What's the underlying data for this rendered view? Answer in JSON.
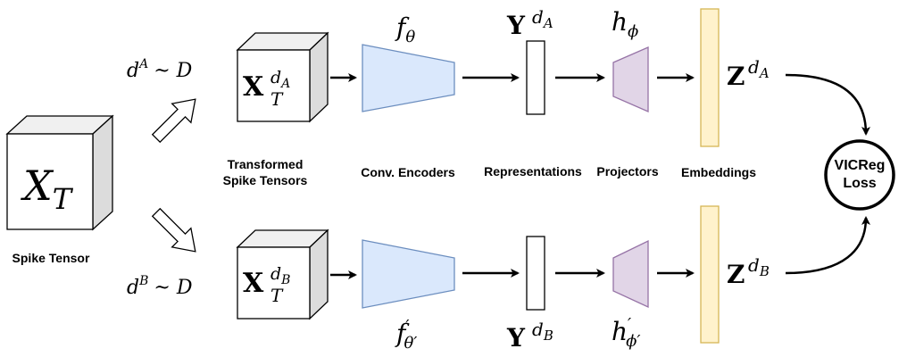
{
  "input": {
    "symbol": "X",
    "subscript": "T",
    "label": "Spike Tensor"
  },
  "branch_a": {
    "dist_base": "d",
    "dist_sup": "A",
    "dist_rest": "~ D",
    "tensor_base": "X",
    "tensor_sub": "T",
    "tensor_sup": "d",
    "tensor_sup_sub": "A",
    "encoder_base": "f",
    "encoder_sub": "θ",
    "rep_base": "Y",
    "rep_sup": "d",
    "rep_sup_sub": "A",
    "proj_base": "h",
    "proj_sub": "ϕ",
    "emb_base": "Z",
    "emb_sup": "d",
    "emb_sup_sub": "A"
  },
  "branch_b": {
    "dist_base": "d",
    "dist_sup": "B",
    "dist_rest": "~ D",
    "tensor_base": "X",
    "tensor_sub": "T",
    "tensor_sup": "d",
    "tensor_sup_sub": "B",
    "encoder_base": "f",
    "encoder_prime": "′",
    "encoder_sub": "θ′",
    "rep_base": "Y",
    "rep_sup": "d",
    "rep_sup_sub": "B",
    "proj_base": "h",
    "proj_prime": "′",
    "proj_sub": "ϕ′",
    "emb_base": "Z",
    "emb_sup": "d",
    "emb_sup_sub": "B"
  },
  "stage_labels": {
    "transformed_line1": "Transformed",
    "transformed_line2": "Spike Tensors",
    "encoders": "Conv. Encoders",
    "representations": "Representations",
    "projectors": "Projectors",
    "embeddings": "Embeddings"
  },
  "loss": {
    "line1": "VICReg",
    "line2": "Loss"
  },
  "colors": {
    "encoder_fill": "#dae8fc",
    "encoder_stroke": "#6c8ebf",
    "projector_fill": "#e1d5e7",
    "projector_stroke": "#9673a6",
    "embedding_fill": "#fff2cc",
    "embedding_stroke": "#d6b656",
    "cube_top": "#f0f0f0",
    "cube_side": "#dcdcdc"
  }
}
